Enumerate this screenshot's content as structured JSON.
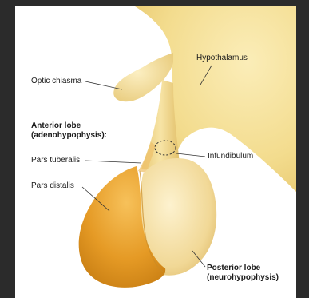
{
  "diagram": {
    "labels": {
      "hypothalamus": "Hypothalamus",
      "optic_chiasma": "Optic chiasma",
      "anterior_lobe": "Anterior lobe",
      "anterior_lobe_alt": "(adenohypophysis):",
      "pars_tuberalis": "Pars tuberalis",
      "pars_distalis": "Pars distalis",
      "infundibulum": "Infundibulum",
      "posterior_lobe": "Posterior lobe",
      "posterior_lobe_alt": "(neurohypophysis)"
    },
    "colors": {
      "frame": "#2b2b2b",
      "panel": "#ffffff",
      "neural_tissue": "#f2dc8c",
      "glandular_tissue": "#e6a030",
      "label_line": "#333333"
    }
  }
}
